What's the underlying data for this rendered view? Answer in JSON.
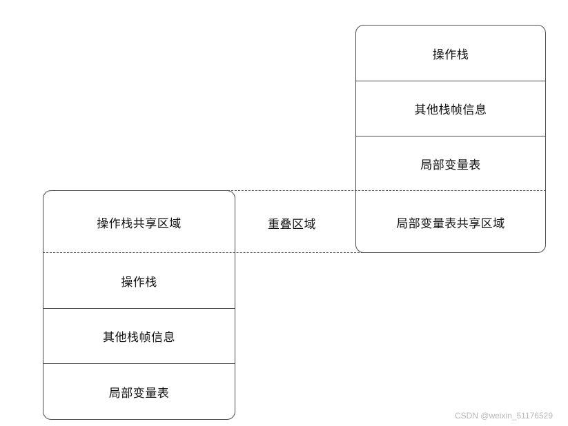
{
  "upper_frame": {
    "cells": [
      "操作栈",
      "其他栈帧信息",
      "局部变量表",
      "局部变量表共享区域"
    ]
  },
  "lower_frame": {
    "cells": [
      "操作栈共享区域",
      "操作栈",
      "其他栈帧信息",
      "局部变量表"
    ]
  },
  "overlap_label": "重叠区域",
  "watermark": "CSDN @weixin_51176529"
}
